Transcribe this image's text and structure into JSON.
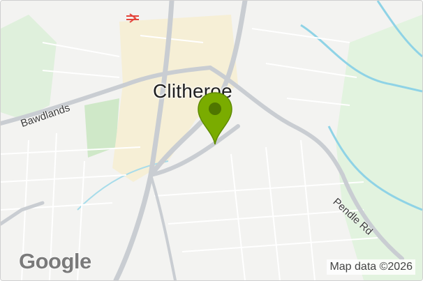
{
  "map": {
    "place_label": "Clitheroe",
    "road_labels": {
      "west": "Bawdlands",
      "southeast": "Pendle Rd"
    },
    "logo": "Google",
    "attribution": "Map data ©2026",
    "marker_color": "#7aac00",
    "icons": [
      "rail-station-icon",
      "location-pin-icon"
    ]
  }
}
